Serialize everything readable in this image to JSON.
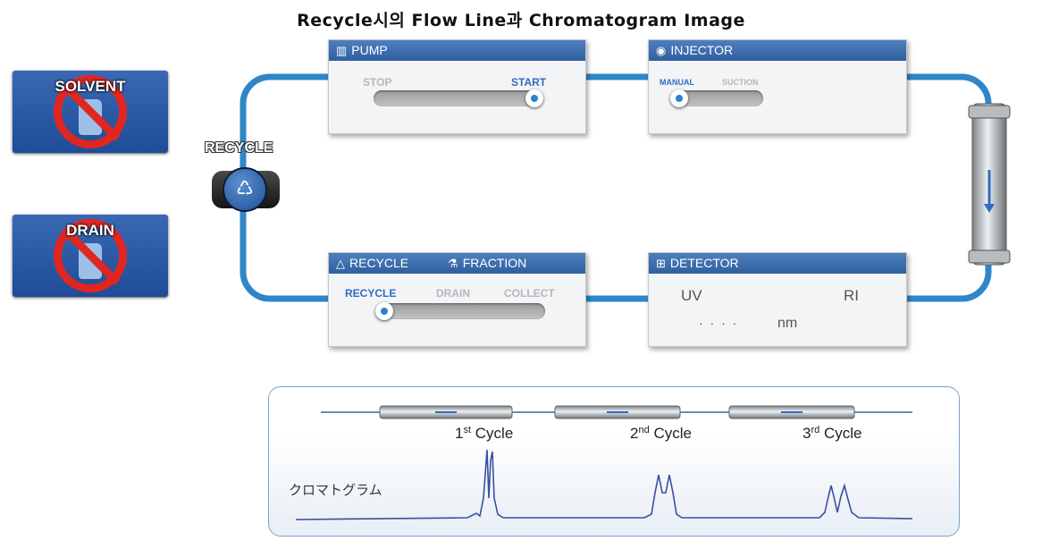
{
  "title": "Recycle시의 Flow Line과 Chromatogram Image",
  "badges": {
    "solvent": "SOLVENT",
    "drain": "DRAIN"
  },
  "recycle_valve": {
    "label": "RECYCLE",
    "icon": "recycle-icon"
  },
  "pump": {
    "header": "PUMP",
    "icon": "pump-icon",
    "options": [
      "STOP",
      "START"
    ],
    "selected": "START"
  },
  "injector": {
    "header": "INJECTOR",
    "icon": "eye-icon",
    "options": [
      "MANUAL",
      "SUCTION"
    ],
    "selected": "MANUAL"
  },
  "recycle_panel": {
    "header_left": "RECYCLE",
    "header_right": "FRACTION",
    "icon_left": "triangle-icon",
    "icon_right": "flask-icon",
    "options": [
      "RECYCLE",
      "DRAIN",
      "COLLECT"
    ],
    "selected": "RECYCLE"
  },
  "detector": {
    "header": "DETECTOR",
    "icon": "detector-icon",
    "uv": "UV",
    "ri": "RI",
    "wavelength": "· · · ·",
    "unit": "nm"
  },
  "chromatogram": {
    "label": "クロマトグラム",
    "cycles": [
      {
        "num": "1",
        "sup": "st",
        "word": "Cycle"
      },
      {
        "num": "2",
        "sup": "nd",
        "word": "Cycle"
      },
      {
        "num": "3",
        "sup": "rd",
        "word": "Cycle"
      }
    ]
  },
  "colors": {
    "flow_line": "#2f86c8",
    "panel_header": "#3a6aab",
    "ban": "#e12622",
    "badge": "#2a5aa6",
    "trace": "#3b4fa0"
  }
}
